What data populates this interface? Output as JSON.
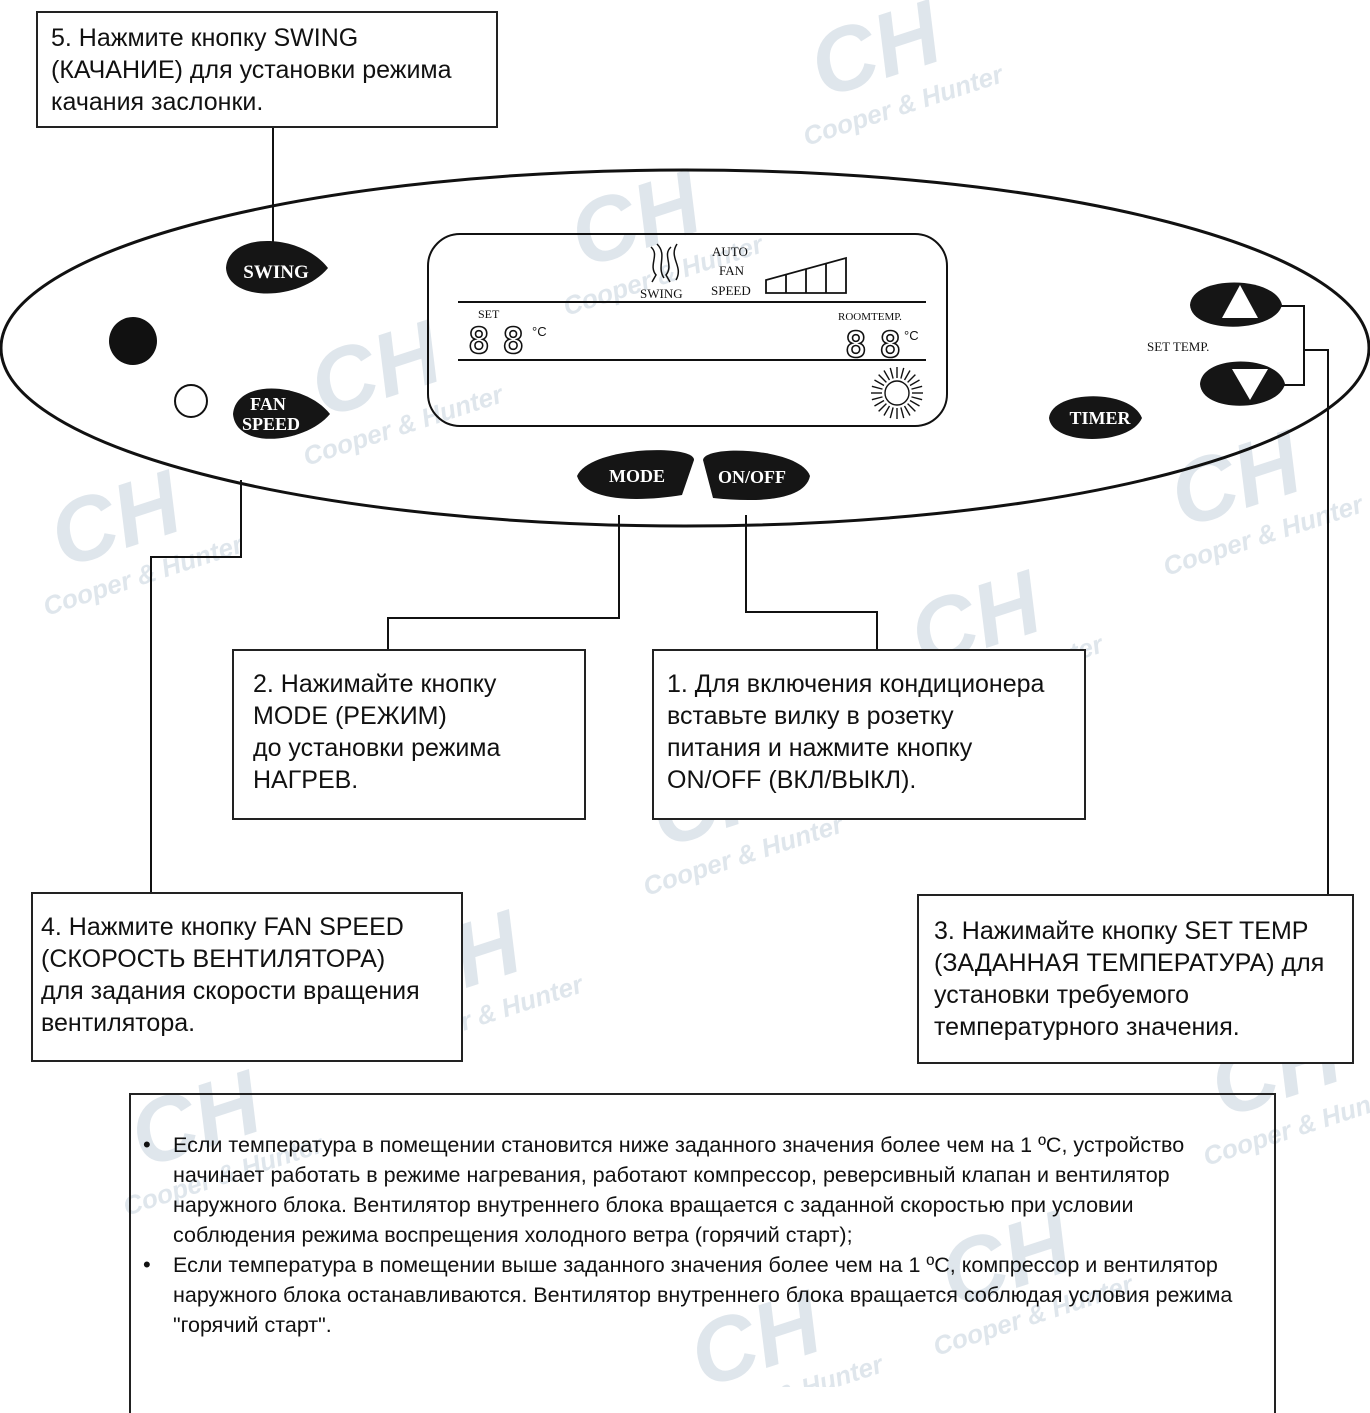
{
  "panel": {
    "buttons": {
      "swing": "SWING",
      "fan_speed_line1": "FAN",
      "fan_speed_line2": "SPEED",
      "mode": "MODE",
      "on_off": "ON/OFF",
      "timer": "TIMER"
    },
    "set_temp_label": "SET TEMP.",
    "display": {
      "swing_label": "SWING",
      "auto_label": "AUTO",
      "fan_label": "FAN",
      "speed_label": "SPEED",
      "set_label": "SET",
      "set_digits": "88",
      "room_label": "ROOMTEMP.",
      "room_digits": "88",
      "unit": "°C"
    },
    "icons": [
      "swing-louver-icon",
      "fan-speed-bars-icon",
      "heat-sun-icon",
      "arrow-up-icon",
      "arrow-down-icon"
    ]
  },
  "callouts": {
    "swing": [
      "5. Нажмите кнопку SWING",
      "(КАЧАНИЕ) для установки режима",
      "качания заслонки."
    ],
    "mode": [
      "2. Нажимайте кнопку",
      "MODE (РЕЖИМ)",
      "до установки режима",
      "НАГРЕВ."
    ],
    "onoff": [
      "1. Для включения кондиционера",
      "вставьте вилку в розетку",
      "питания и нажмите кнопку",
      "ON/OFF (ВКЛ/ВЫКЛ)."
    ],
    "fan": [
      "4. Нажмите кнопку FAN SPEED",
      "(СКОРОСТЬ ВЕНТИЛЯТОРА)",
      "для задания скорости вращения",
      "вентилятора."
    ],
    "settemp": [
      "3. Нажимайте кнопку SET TEMP",
      "(ЗАДАННАЯ ТЕМПЕРАТУРА) для",
      "установки требуемого",
      "температурного значения."
    ]
  },
  "notes": [
    "Если температура в помещении становится ниже заданного значения более чем на 1 ºC, устройство начинает работать в режиме нагревания, работают компрессор, реверсивный клапан и вентилятор наружного блока. Вентилятор внутреннего блока вращается с заданной скоростью при условии соблюдения режима воспрещения холодного ветра (горячий старт);",
    "Если температура в помещении выше заданного значения более чем на 1 ºC, компрессор и вентилятор наружного блока останавливаются. Вентилятор внутреннего блока вращается соблюдая условия режима \"горячий старт\"."
  ],
  "watermark": {
    "letters": "CH",
    "text": "Cooper & Hunter",
    "color": "#dfe6ec"
  }
}
